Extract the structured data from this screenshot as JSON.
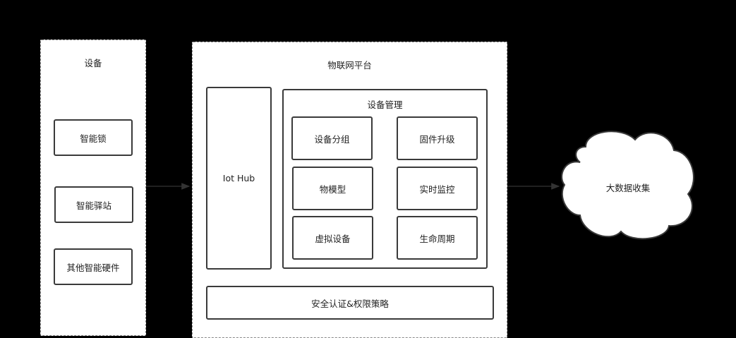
{
  "devices_panel": {
    "title": "设备",
    "items": [
      "智能锁",
      "智能驿站",
      "其他智能硬件"
    ]
  },
  "platform_panel": {
    "title": "物联网平台",
    "iot_hub": "Iot Hub",
    "device_management": {
      "title": "设备管理",
      "items": [
        "设备分组",
        "固件升级",
        "物模型",
        "实时监控",
        "虚拟设备",
        "生命周期"
      ]
    },
    "security": "安全认证&权限策略"
  },
  "big_data": {
    "label": "大数据收集"
  }
}
